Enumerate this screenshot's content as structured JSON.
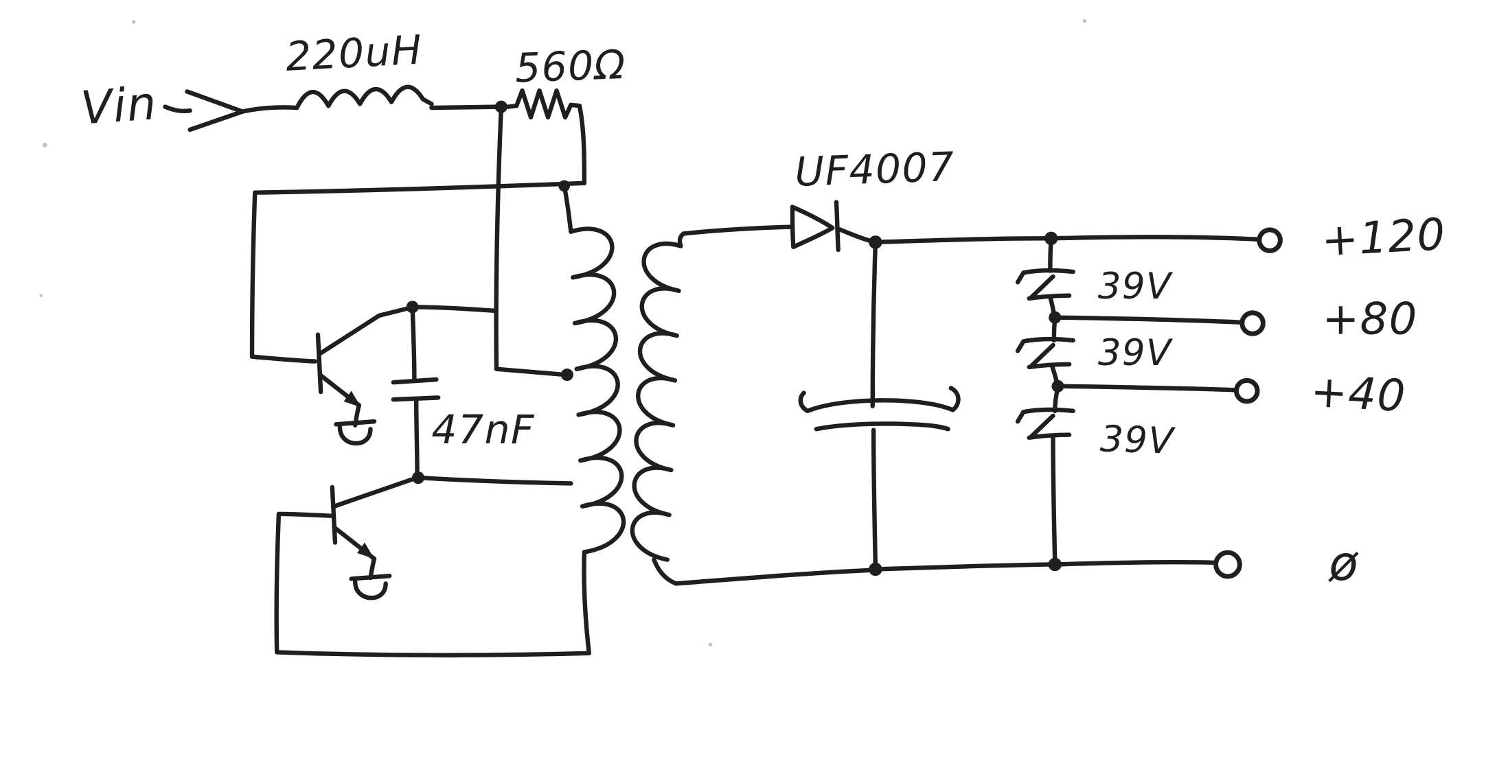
{
  "title": "Hand-drawn DC-DC converter schematic (scan)",
  "colors": {
    "ink": "#1f1f1f",
    "paper": "#ffffff"
  },
  "labels": {
    "vin": "Vin",
    "inductor": "220uH",
    "resistor": "560Ω",
    "capacitor": "47nF",
    "diode": "UF4007",
    "zener1": "39V",
    "zener2": "39V",
    "zener3": "39V",
    "out_120": "+120",
    "out_80": "+80",
    "out_40": "+40",
    "out_gnd": "ø"
  }
}
